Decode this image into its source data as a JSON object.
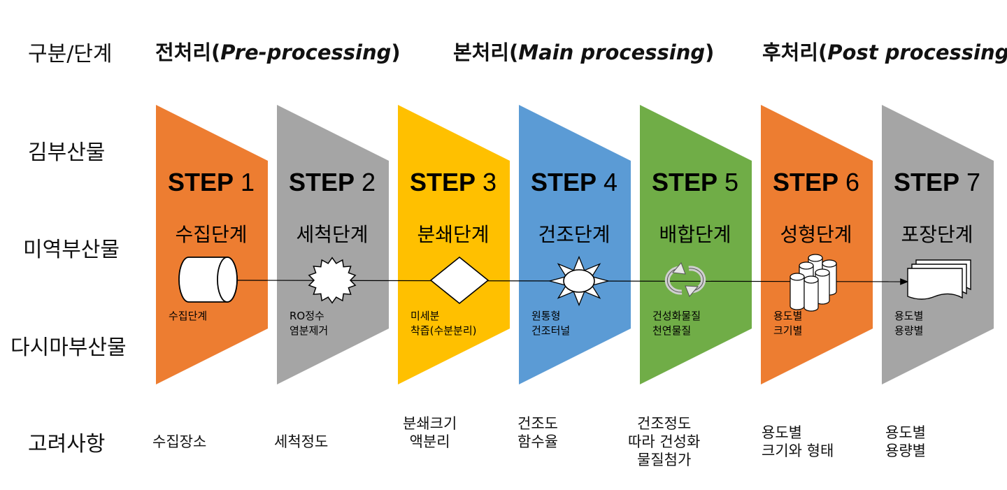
{
  "row_labels": [
    "구분/단계",
    "김부산물",
    "미역부산물",
    "다시마부산물",
    "고려사항"
  ],
  "phases": [
    {
      "name": "전처리(",
      "en": "Pre-processing",
      "close": ")"
    },
    {
      "name": "본처리(",
      "en": "Main processing",
      "close": ")"
    },
    {
      "name": "후처리(",
      "en": "Post processing",
      "close": ")"
    }
  ],
  "steps": [
    {
      "word": "STEP",
      "num": "1",
      "name": "수집단계",
      "color": "#ED7D31",
      "icon": "cylinder-icon",
      "notes": [
        "수집단계"
      ],
      "consider": "수집장소"
    },
    {
      "word": "STEP",
      "num": "2",
      "name": "세척단계",
      "color": "#A5A5A5",
      "icon": "starburst-icon",
      "notes": [
        "RO정수",
        "염분제거"
      ],
      "consider": "세척정도"
    },
    {
      "word": "STEP",
      "num": "3",
      "name": "분쇄단계",
      "color": "#FFC000",
      "icon": "diamond-icon",
      "notes": [
        "미세분",
        "착즙(수분분리)"
      ],
      "consider": "분쇄크기\n액분리"
    },
    {
      "word": "STEP",
      "num": "4",
      "name": "건조단계",
      "color": "#5B9BD5",
      "icon": "sun-icon",
      "notes": [
        "원통형",
        "건조터널"
      ],
      "consider": "건조도\n함수율"
    },
    {
      "word": "STEP",
      "num": "5",
      "name": "배합단계",
      "color": "#70AD47",
      "icon": "cycle-arrows-icon",
      "notes": [
        "건성화물질",
        "천연물질"
      ],
      "consider": "건조정도\n따라 건성화\n물질첨가"
    },
    {
      "word": "STEP",
      "num": "6",
      "name": "성형단계",
      "color": "#ED7D31",
      "icon": "cylinders-stack-icon",
      "notes": [
        "용도별",
        "크기별"
      ],
      "consider": "용도별\n크기와 형태"
    },
    {
      "word": "STEP",
      "num": "7",
      "name": "포장단계",
      "color": "#A5A5A5",
      "icon": "documents-icon",
      "notes": [
        "용도별",
        "용량별"
      ],
      "consider": "용도별\n용량별"
    }
  ]
}
